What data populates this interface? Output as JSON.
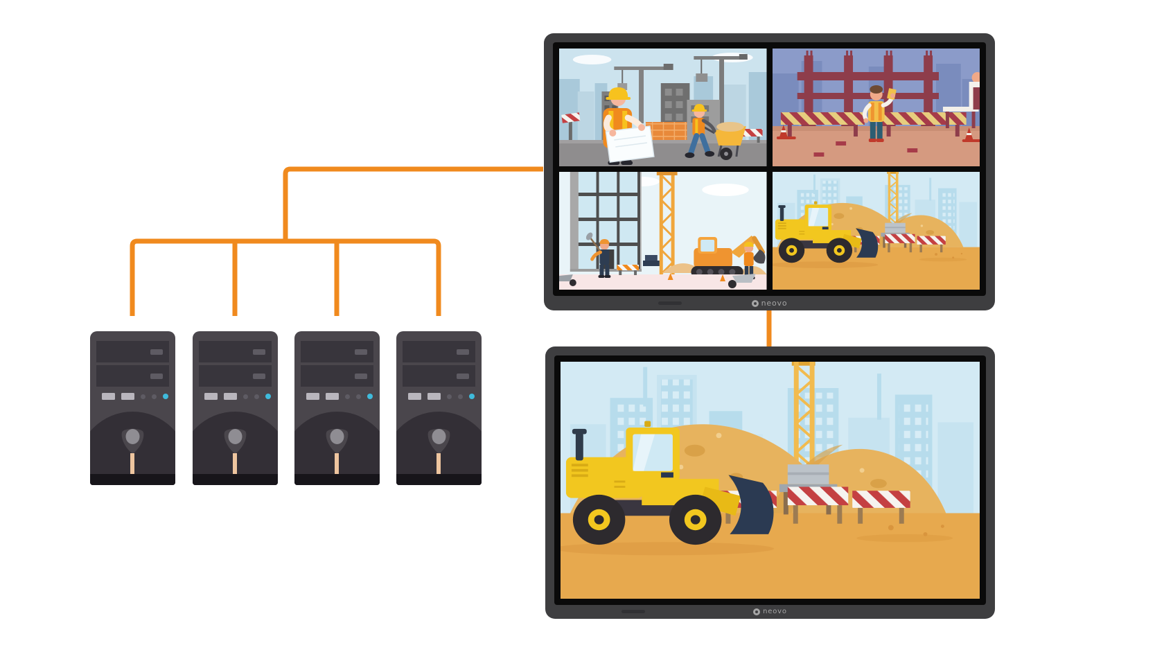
{
  "brand": {
    "logo_text": "neovo"
  },
  "monitors": {
    "top": {
      "logo_text": "neovo",
      "layout": "2x2-video-wall",
      "scenes": [
        {
          "name": "construction-planning",
          "description": "foreman with blueprint, worker pushing wheelbarrow, cranes and buildings"
        },
        {
          "name": "steel-frame-site",
          "description": "worker by maroon steel frame with striped barriers and cones"
        },
        {
          "name": "excavator-site",
          "description": "excavator and crane beside building under construction"
        },
        {
          "name": "wheel-loader-site",
          "description": "yellow wheel loader by sand piles with striped barriers"
        }
      ]
    },
    "bottom": {
      "logo_text": "neovo",
      "layout": "fullscreen",
      "scene": {
        "name": "wheel-loader-site",
        "description": "yellow wheel loader by sand piles with striped barriers"
      }
    }
  },
  "computers": {
    "count": 4,
    "items": [
      {
        "name": "pc-tower-1"
      },
      {
        "name": "pc-tower-2"
      },
      {
        "name": "pc-tower-3"
      },
      {
        "name": "pc-tower-4"
      }
    ]
  },
  "connections": [
    {
      "from": "pc-towers",
      "to": "top-display",
      "type": "orange-cable-bus"
    },
    {
      "from": "top-display",
      "to": "bottom-display",
      "type": "orange-cable"
    }
  ],
  "colors": {
    "cable": "#F08A1E",
    "bezel": "#3E3E40",
    "screen_border": "#0A0A0A",
    "tower_body": "#4A464C",
    "tower_bay": "#38353C",
    "tower_accent": "#B9B6BD",
    "power_led": "#3FBBDC",
    "logo_gray": "#A6A6A6",
    "background": "#FFFFFF"
  }
}
